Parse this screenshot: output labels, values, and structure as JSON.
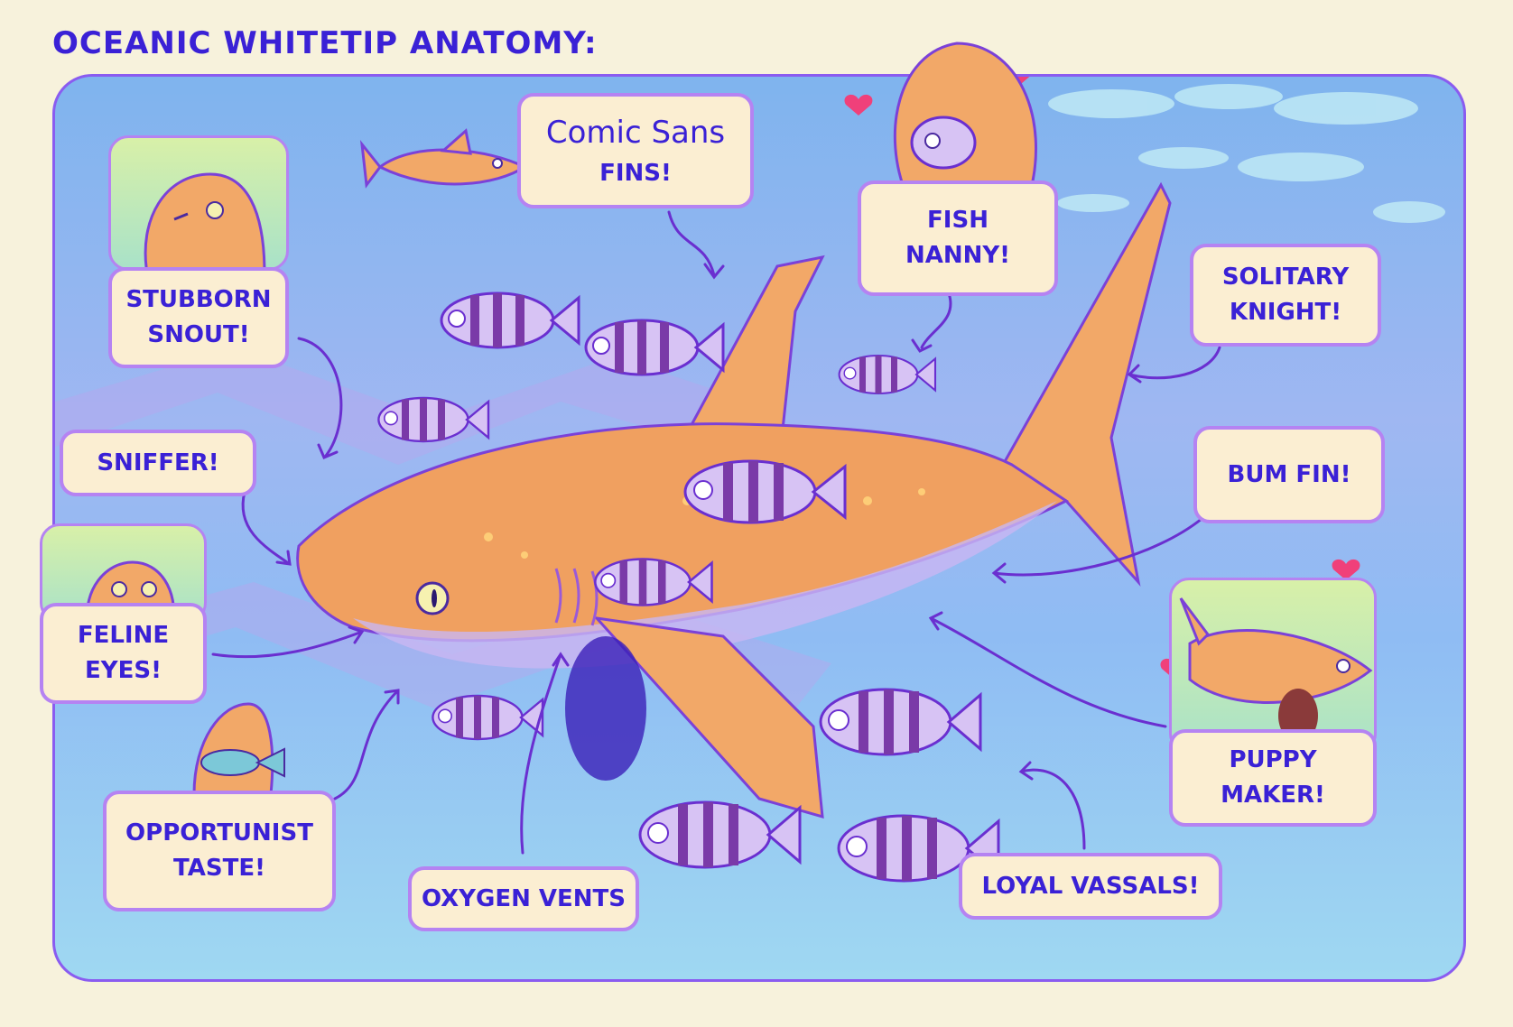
{
  "title": "OCEANIC WHITETIP ANATOMY:",
  "labels": {
    "comic_sans_l1": "Comic Sans",
    "comic_sans_l2": "FINS!",
    "fish_nanny_l1": "FISH",
    "fish_nanny_l2": "NANNY!",
    "stubborn_l1": "STUBBORN",
    "stubborn_l2": "SNOUT!",
    "solitary_l1": "SOLITARY",
    "solitary_l2": "KNIGHT!",
    "sniffer": "SNIFFER!",
    "bum_fin": "BUM FIN!",
    "feline_l1": "FELINE",
    "feline_l2": "EYES!",
    "puppy_l1": "PUPPY",
    "puppy_l2": "MAKER!",
    "opportunist_l1": "OPPORTUNIST",
    "opportunist_l2": "TASTE!",
    "oxygen": "OXYGEN VENTS",
    "loyal": "LOYAL VASSALS!"
  },
  "colors": {
    "text": "#3a21d6",
    "label_bg": "#fbeed2",
    "label_border": "#b583f2",
    "shark": "#f0a060",
    "fish_stripe": "#7a3aa8",
    "arrow": "#6a2fd0"
  }
}
